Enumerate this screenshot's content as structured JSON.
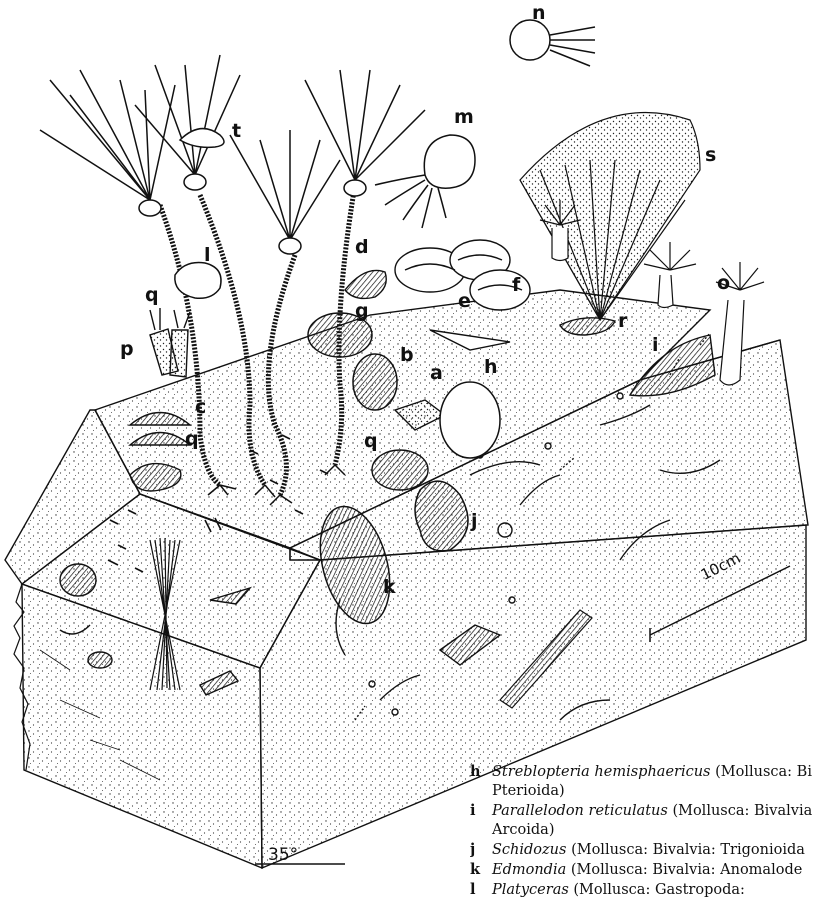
{
  "labels": {
    "a": "a",
    "b": "b",
    "c": "c",
    "d": "d",
    "e": "e",
    "f": "f",
    "g": "g",
    "h": "h",
    "i": "i",
    "j": "j",
    "k": "k",
    "l": "l",
    "m": "m",
    "n": "n",
    "o": "o",
    "p": "p",
    "q": "q",
    "r": "r",
    "s": "s",
    "t": "t"
  },
  "scale_bar": "10cm",
  "angle": "35°",
  "legend": [
    {
      "key": "h",
      "genus": "Streblopteria hemisphaericus",
      "rest": "(Mollusca: Bi",
      "cont": "Pterioida)"
    },
    {
      "key": "i",
      "genus": "Parallelodon reticulatus",
      "rest": "(Mollusca: Bivalvia",
      "cont": "Arcoida)"
    },
    {
      "key": "j",
      "genus": "Schidozus",
      "rest": "(Mollusca: Bivalvia: Trigonioida",
      "cont": ""
    },
    {
      "key": "k",
      "genus": "Edmondia",
      "rest": "(Mollusca: Bivalvia: Anomalode",
      "cont": ""
    },
    {
      "key": "l",
      "genus": "Platyceras",
      "rest": "(Mollusca: Gastropoda:",
      "cont": ""
    }
  ]
}
